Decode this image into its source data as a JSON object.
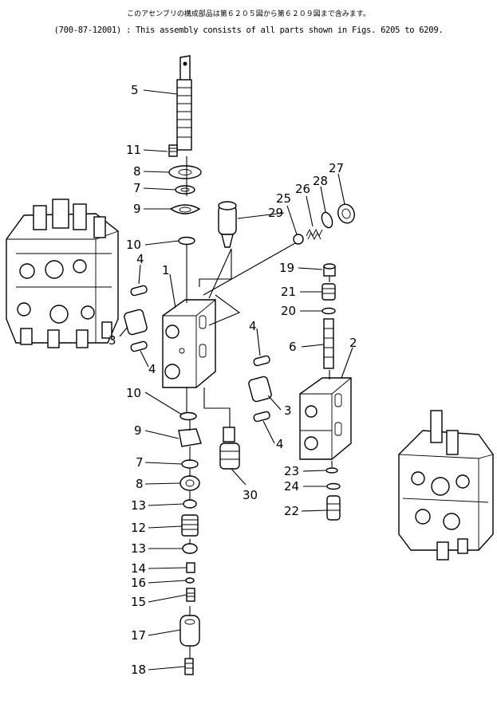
{
  "header": {
    "japanese_note": "このアセンブリの構成部品は第６２０５図から第６２０９図まで含みます。",
    "english_note": "(700-87-12001) : This assembly consists of all parts shown in Figs. 6205 to 6209."
  },
  "callouts": [
    "1",
    "2",
    "3",
    "3",
    "4",
    "4",
    "4",
    "4",
    "5",
    "6",
    "7",
    "7",
    "8",
    "8",
    "9",
    "9",
    "10",
    "10",
    "11",
    "12",
    "13",
    "13",
    "14",
    "15",
    "16",
    "17",
    "18",
    "19",
    "20",
    "21",
    "22",
    "23",
    "24",
    "25",
    "26",
    "27",
    "28",
    "29",
    "30"
  ]
}
